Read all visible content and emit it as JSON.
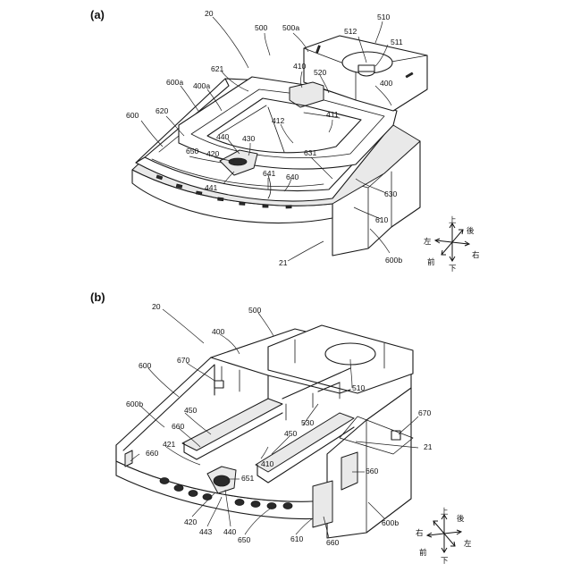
{
  "panels": [
    {
      "label": "(a)",
      "refs": {
        "r20": "20",
        "r500": "500",
        "r500a": "500a",
        "r510": "510",
        "r512": "512",
        "r511": "511",
        "r410": "410",
        "r520": "520",
        "r400": "400",
        "r621": "621",
        "r600a": "600a",
        "r400a": "400a",
        "r600": "600",
        "r620": "620",
        "r412": "412",
        "r411": "411",
        "r440": "440",
        "r430": "430",
        "r650": "650",
        "r420": "420",
        "r631": "631",
        "r441": "441",
        "r641": "641",
        "r640": "640",
        "r630": "630",
        "r610": "610",
        "r600b": "600b",
        "r21": "21"
      },
      "axes": {
        "up": "上",
        "back": "後",
        "left": "左",
        "right": "右",
        "front": "前",
        "down": "下"
      }
    },
    {
      "label": "(b)",
      "refs": {
        "r20": "20",
        "r500": "500",
        "r400": "400",
        "r600": "600",
        "r670a": "670",
        "r600b": "600b",
        "r510": "510",
        "r450a": "450",
        "r530": "530",
        "r670b": "670",
        "r660a": "660",
        "r450b": "450",
        "r421": "421",
        "r21": "21",
        "r660b": "660",
        "r410": "410",
        "r651": "651",
        "r660c": "660",
        "r420": "420",
        "r443": "443",
        "r440": "440",
        "r650": "650",
        "r610": "610",
        "r660d": "660",
        "r600b2": "600b"
      },
      "axes": {
        "up": "上",
        "back": "後",
        "left": "左",
        "right": "右",
        "front": "前",
        "down": "下"
      }
    }
  ]
}
